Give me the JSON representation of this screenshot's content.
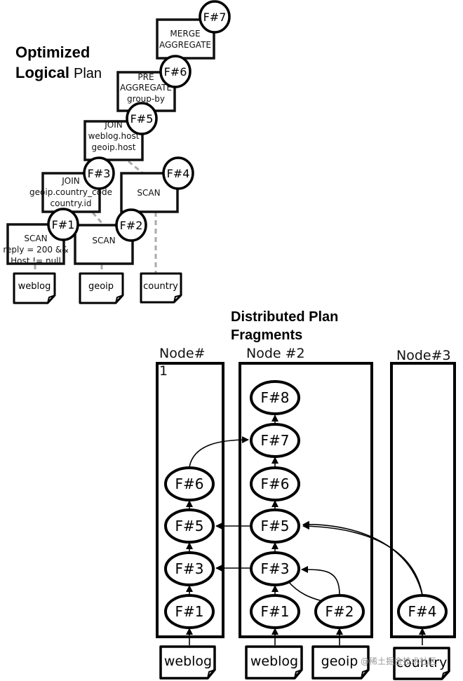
{
  "logical_plan": {
    "title_line1": "Optimized",
    "title_line2_bold": "Logical",
    "title_line2_rest": "Plan",
    "boxes": {
      "merge": [
        "MERGE",
        "AGGREGATE"
      ],
      "pre": [
        "PRE",
        "AGGREGATE",
        "group-by"
      ],
      "join_top": [
        "JOIN",
        "weblog.host",
        "geoip.host"
      ],
      "join_mid": [
        "JOIN",
        "geoip.country_code",
        "country.id"
      ],
      "scan_right": [
        "SCAN"
      ],
      "scan_left": [
        "SCAN",
        "reply = 200 &&",
        "Host != null"
      ],
      "scan_mid": [
        "SCAN"
      ]
    },
    "fragments": {
      "f7": "F#7",
      "f6": "F#6",
      "f5": "F#5",
      "f3": "F#3",
      "f4": "F#4",
      "f1": "F#1",
      "f2": "F#2"
    },
    "sources": {
      "weblog": "weblog",
      "geoip": "geoip",
      "country": "country"
    }
  },
  "distributed_plan": {
    "title_line1": "Distributed Plan",
    "title_line2": "Fragments",
    "nodes": {
      "node1_line1": "Node#",
      "node1_line2": "1",
      "node2": "Node #2",
      "node3": "Node#3"
    },
    "node1_fragments": {
      "f6": "F#6",
      "f5": "F#5",
      "f3": "F#3",
      "f1": "F#1"
    },
    "node2_fragments": {
      "f8": "F#8",
      "f7": "F#7",
      "f6": "F#6",
      "f5": "F#5",
      "f3": "F#3",
      "f1": "F#1",
      "f2": "F#2"
    },
    "node3_fragments": {
      "f4": "F#4"
    },
    "sources": {
      "weblog_node1": "weblog",
      "weblog_node2": "weblog",
      "geoip": "geoip",
      "country": "country"
    }
  },
  "watermark": "@稀土掘金技术社区"
}
